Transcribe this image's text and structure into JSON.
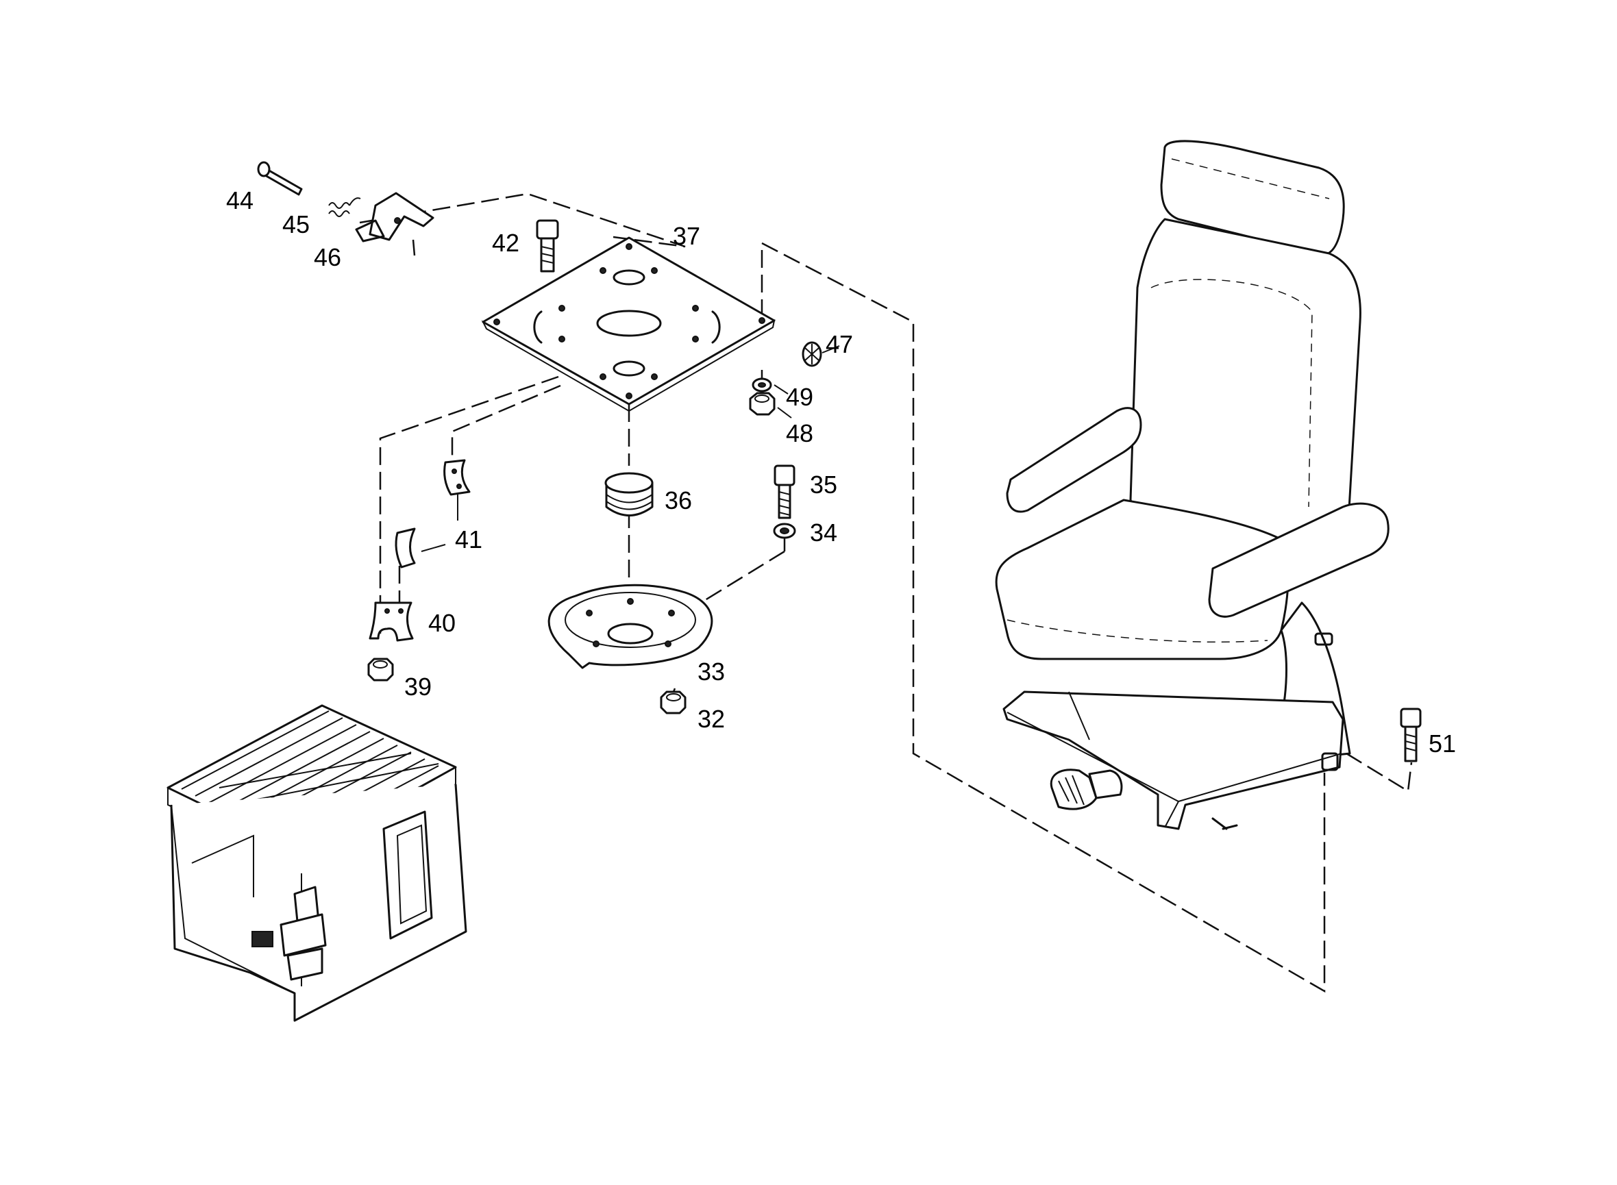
{
  "diagram": {
    "part_labels": [
      "44",
      "45",
      "46",
      "42",
      "37",
      "47",
      "49",
      "48",
      "35",
      "34",
      "36",
      "41",
      "41",
      "40",
      "39",
      "33",
      "32",
      "51"
    ]
  }
}
